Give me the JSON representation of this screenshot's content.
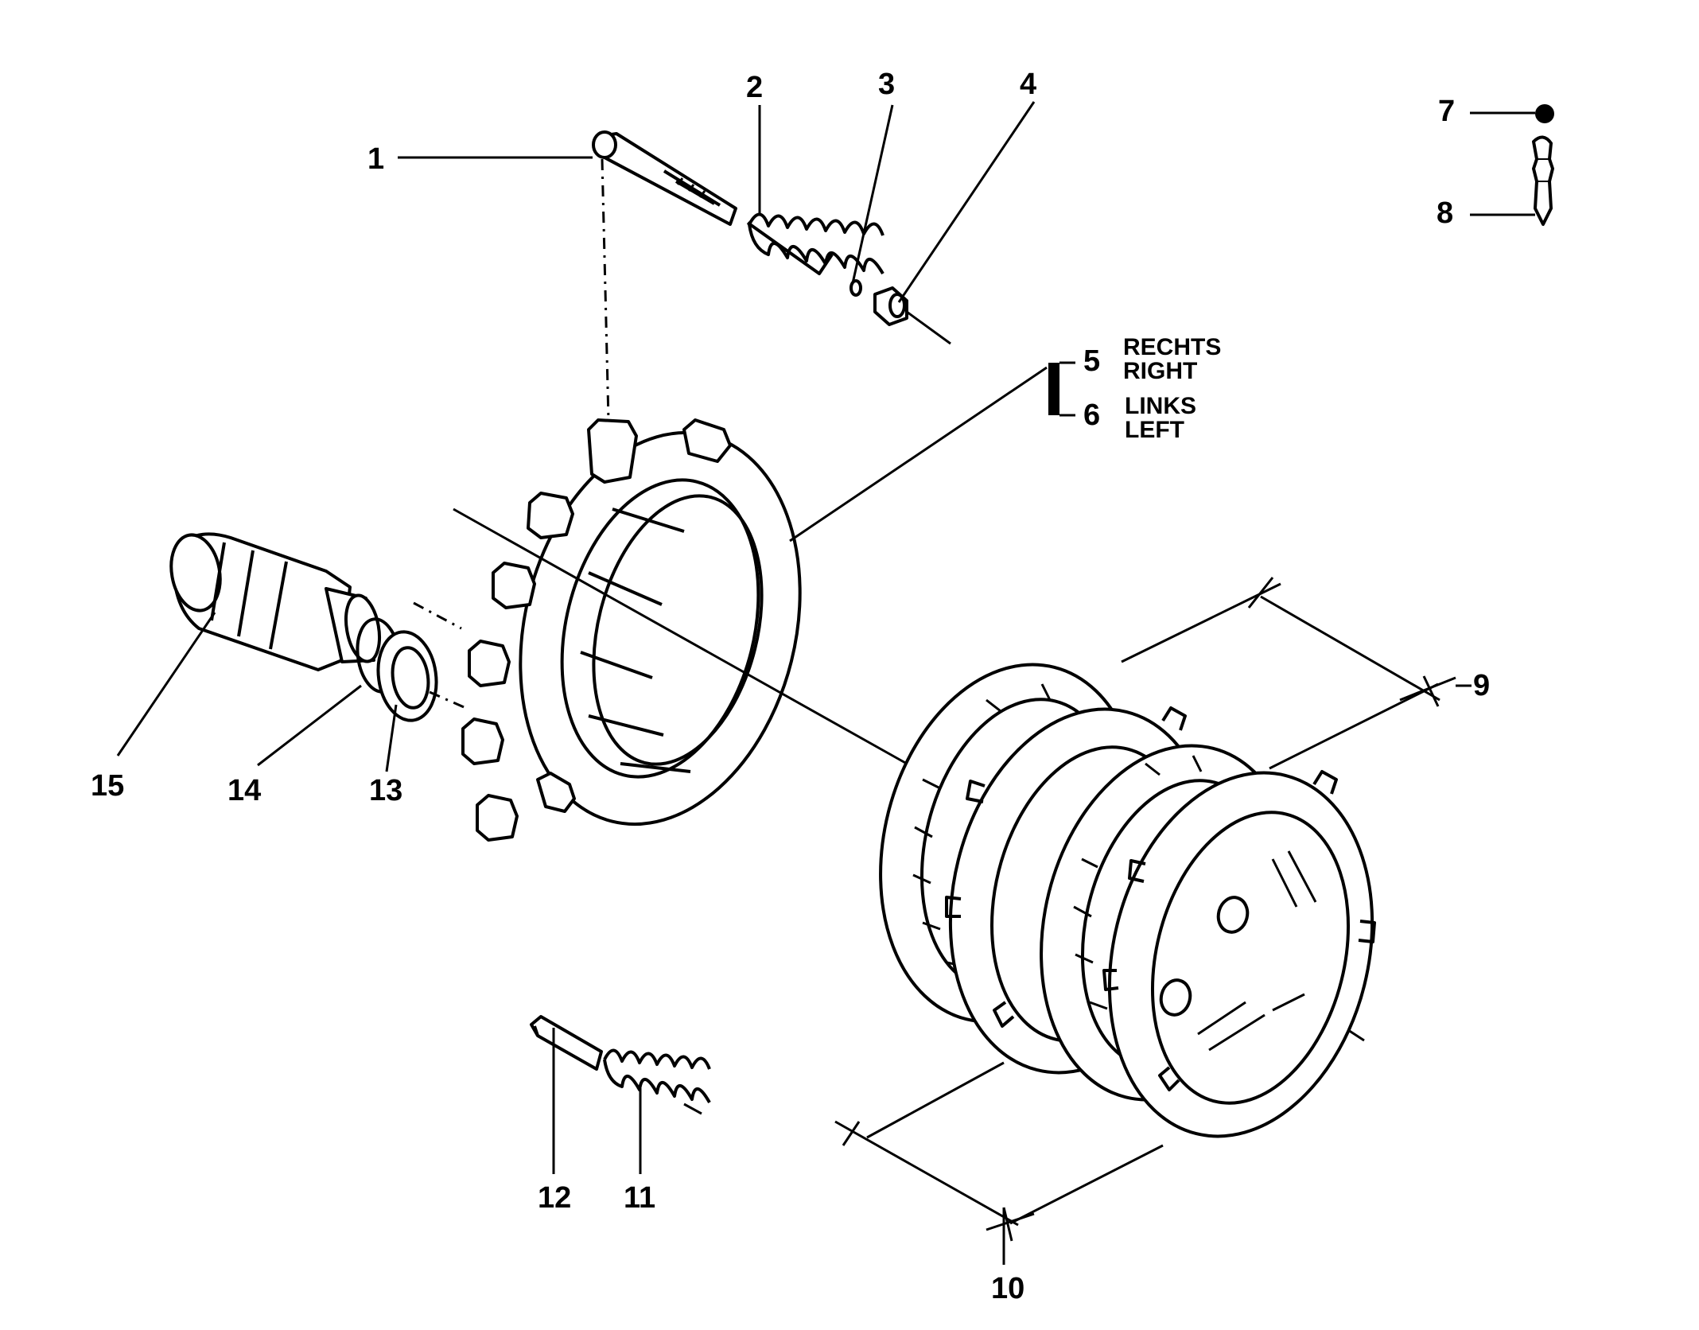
{
  "callouts": [
    {
      "id": "1",
      "label": "1"
    },
    {
      "id": "2",
      "label": "2"
    },
    {
      "id": "3",
      "label": "3"
    },
    {
      "id": "4",
      "label": "4"
    },
    {
      "id": "5",
      "label": "5"
    },
    {
      "id": "6",
      "label": "6"
    },
    {
      "id": "7",
      "label": "7"
    },
    {
      "id": "8",
      "label": "8"
    },
    {
      "id": "9",
      "label": "9"
    },
    {
      "id": "10",
      "label": "10"
    },
    {
      "id": "11",
      "label": "11"
    },
    {
      "id": "12",
      "label": "12"
    },
    {
      "id": "13",
      "label": "13"
    },
    {
      "id": "14",
      "label": "14"
    },
    {
      "id": "15",
      "label": "15"
    }
  ],
  "side_labels": {
    "rechts": "RECHTS",
    "right": "RIGHT",
    "links": "LINKS",
    "left": "LEFT"
  }
}
